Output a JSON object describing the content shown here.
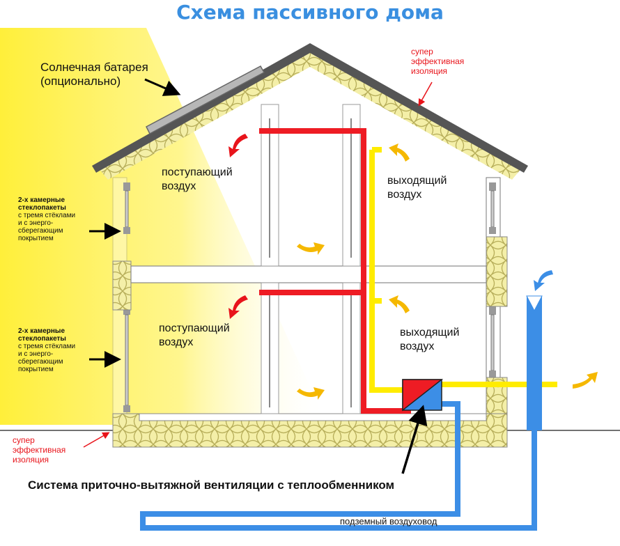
{
  "title": "Схема пассивного дома",
  "labels": {
    "solar_panel_line1": "Солнечная батарея",
    "solar_panel_line2": "(опционально)",
    "roof_insulation_1": "супер",
    "roof_insulation_2": "эффективная",
    "roof_insulation_3": "изоляция",
    "ground_insulation_1": "супер",
    "ground_insulation_2": "эффективная",
    "ground_insulation_3": "изоляция",
    "window_top": [
      "2-х камерные",
      "стеклопакеты",
      "с тремя стёклами",
      "и с энерго-",
      "сберегающим",
      "покрытием"
    ],
    "window_bottom": [
      "2-х камерные",
      "стеклопакеты",
      "с тремя стёклами",
      "и с энерго-",
      "сберегающим",
      "покрытием"
    ],
    "incoming_air_top_1": "поступающий",
    "incoming_air_top_2": "воздух",
    "outgoing_air_top_1": "выходящий",
    "outgoing_air_top_2": "воздух",
    "incoming_air_bottom_1": "поступающий",
    "incoming_air_bottom_2": "воздух",
    "outgoing_air_bottom_1": "выходящий",
    "outgoing_air_bottom_2": "воздух",
    "ventilation_system": "Система приточно-вытяжной вентиляции с теплообменником",
    "underground_duct": "подземный воздуховод"
  },
  "colors": {
    "title": "#3a8fe0",
    "supply_duct": "#ee1c24",
    "exhaust_duct": "#ffec00",
    "fresh_air_duct": "#3c8ee6",
    "sunlight": "#ffef3a",
    "insulation": "#f4efa8",
    "roof": "#555555",
    "flow_arrow_warm": "#f5b800",
    "annotation_red": "#e8141b"
  }
}
